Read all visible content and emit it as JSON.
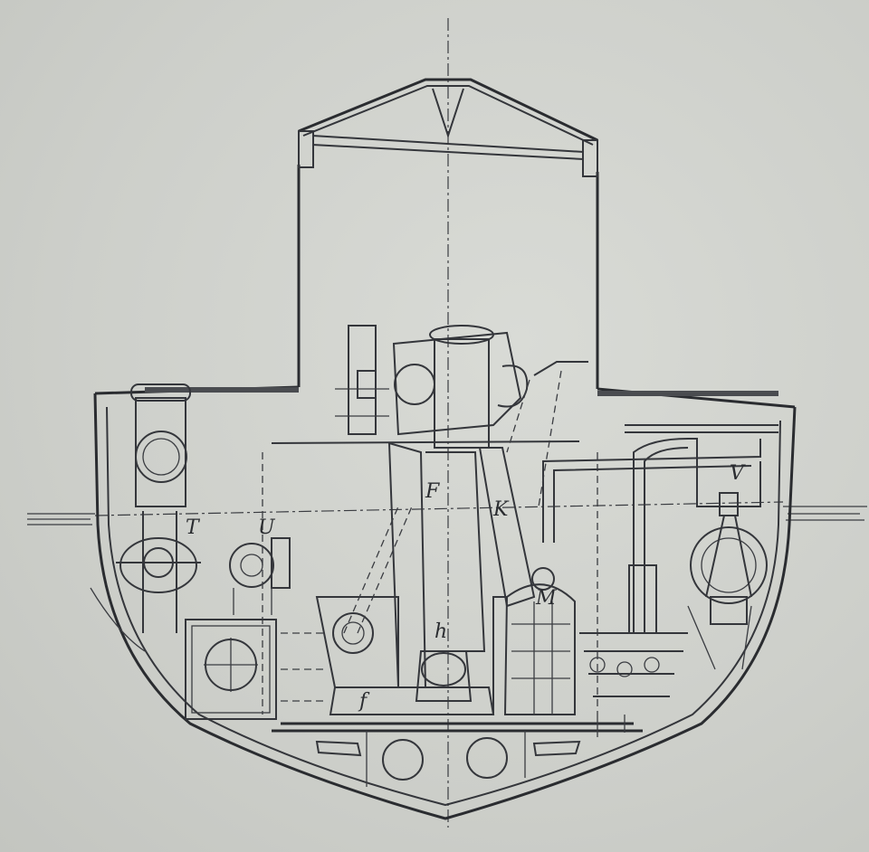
{
  "drawing": {
    "labels": {
      "T": "T",
      "U": "U",
      "F": "F",
      "K": "K",
      "V": "V",
      "M": "M",
      "h": "h",
      "f": "f"
    },
    "colors": {
      "paper": "#cfd1cc",
      "ink": "#34363b"
    }
  }
}
